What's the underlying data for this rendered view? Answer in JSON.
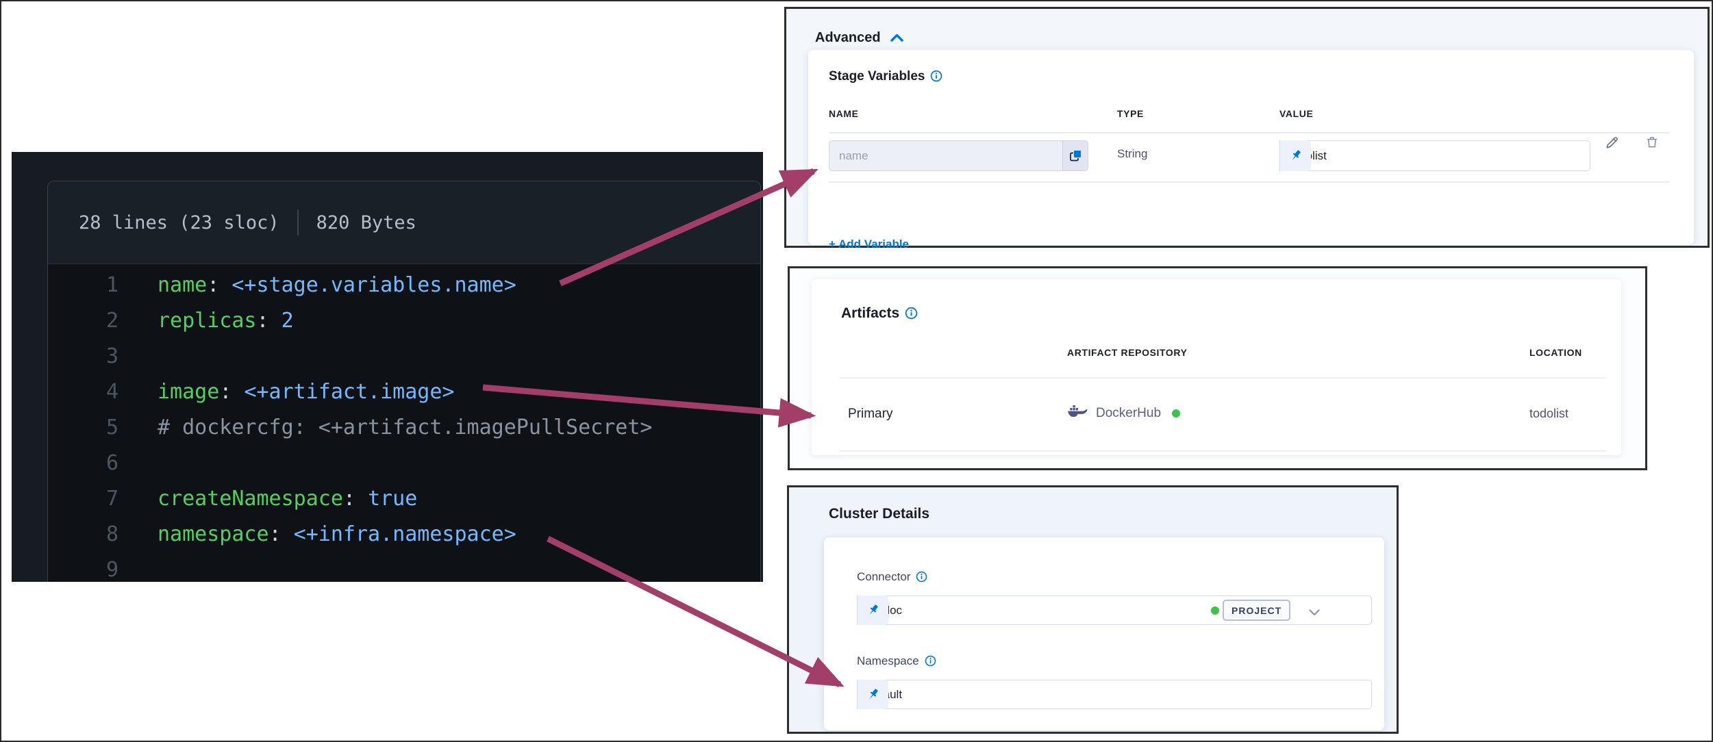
{
  "code_viewer": {
    "lines_info": "28 lines (23 sloc)",
    "size_info": "820 Bytes",
    "lines": [
      {
        "num": "1",
        "key": "name",
        "value": "<+stage.variables.name>"
      },
      {
        "num": "2",
        "key": "replicas",
        "value": "2"
      },
      {
        "num": "3"
      },
      {
        "num": "4",
        "key": "image",
        "value": "<+artifact.image>"
      },
      {
        "num": "5",
        "comment": "# dockercfg: <+artifact.imagePullSecret>"
      },
      {
        "num": "6"
      },
      {
        "num": "7",
        "key": "createNamespace",
        "value": "true"
      },
      {
        "num": "8",
        "key": "namespace",
        "value": "<+infra.namespace>"
      },
      {
        "num": "9"
      }
    ]
  },
  "advanced_panel": {
    "title": "Advanced",
    "section_title": "Stage Variables",
    "columns": [
      "NAME",
      "TYPE",
      "VALUE"
    ],
    "variable_row": {
      "name_placeholder": "name",
      "type": "String",
      "value": "todolist"
    },
    "add_variable_label": "+ Add Variable"
  },
  "artifacts_panel": {
    "title": "Artifacts",
    "columns": [
      "ARTIFACT REPOSITORY",
      "LOCATION"
    ],
    "row": {
      "name": "Primary",
      "repository": "DockerHub",
      "location": "todolist"
    }
  },
  "cluster_panel": {
    "title": "Cluster Details",
    "connector_label": "Connector",
    "connector_value": "cd-doc",
    "scope_tag": "PROJECT",
    "namespace_label": "Namespace",
    "namespace_value": "default"
  },
  "colors": {
    "accent_blue": "#0278d5",
    "arrow_magenta": "#a23e68",
    "success_green": "#3dc34b",
    "code_key_green": "#55cf60",
    "code_value_blue": "#74b9ff"
  }
}
